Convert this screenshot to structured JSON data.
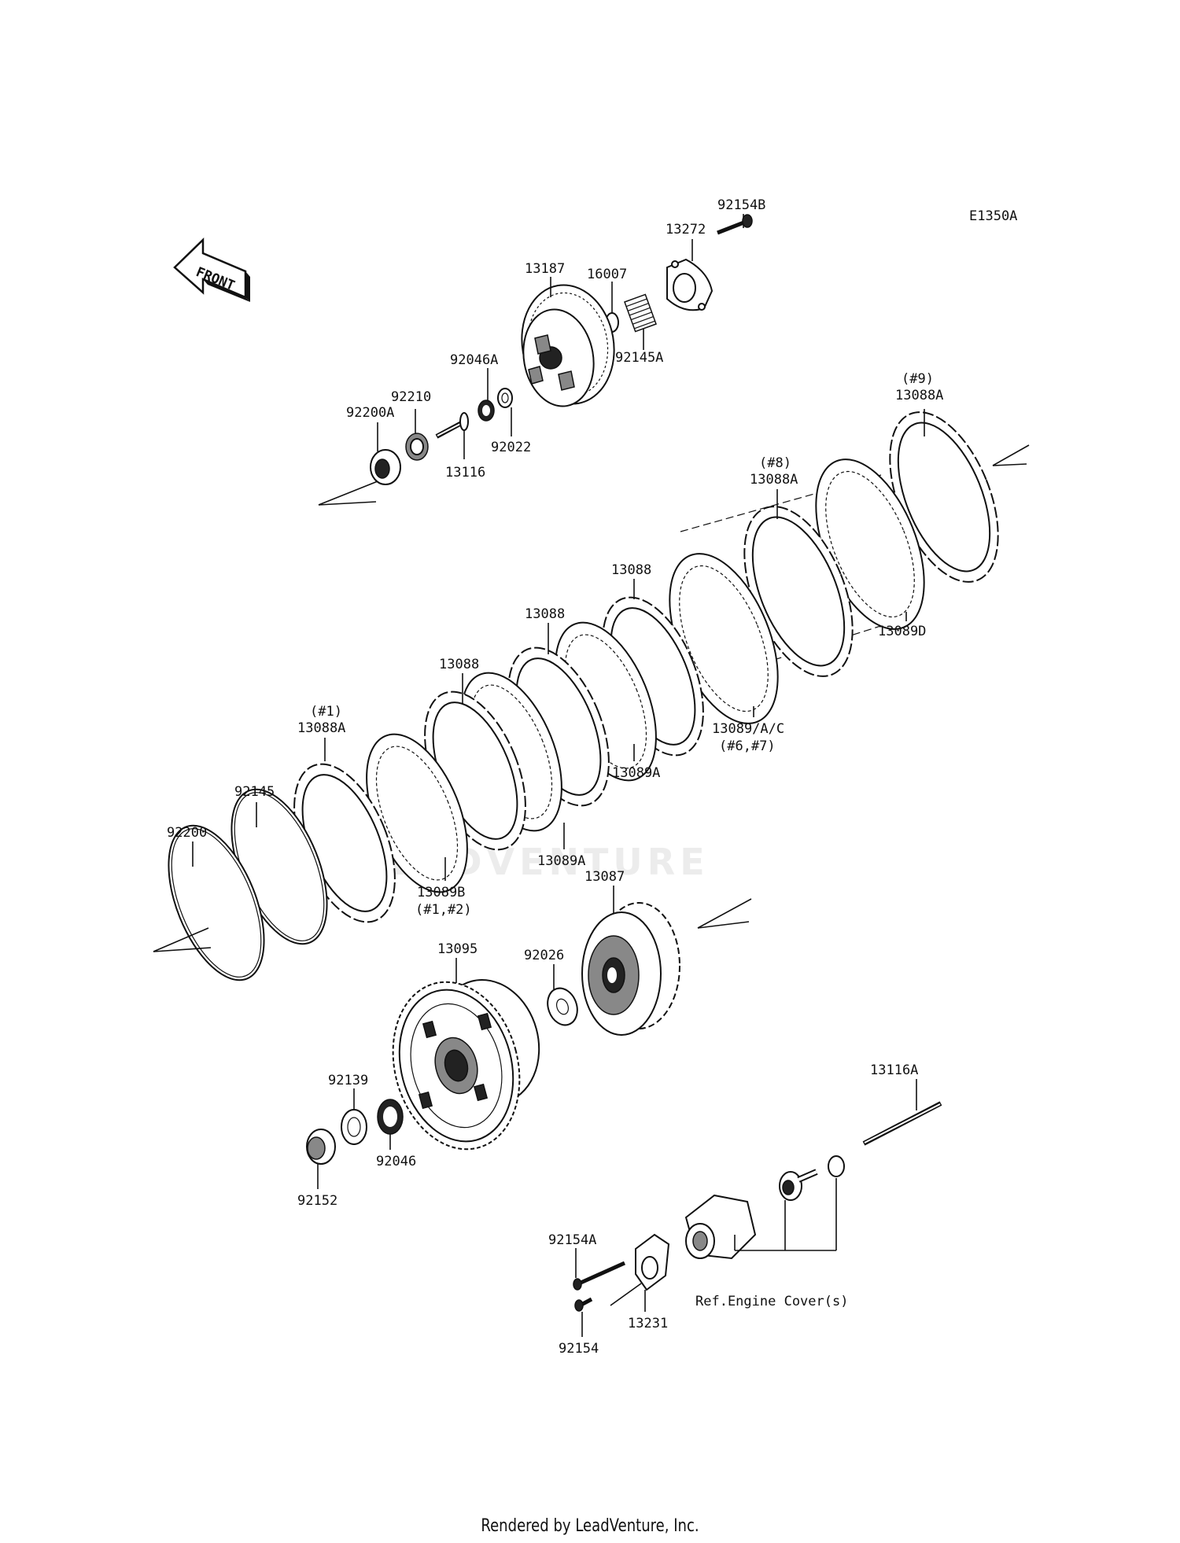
{
  "diagram_id": "E1350A",
  "front_label": "FRONT",
  "watermark": "LEADVENTURE",
  "footer": "Rendered by LeadVenture, Inc.",
  "ref_note": "Ref.Engine Cover(s)",
  "parts": {
    "p92154B": "92154B",
    "p13272": "13272",
    "p13187": "13187",
    "p16007": "16007",
    "p92145A": "92145A",
    "p92046A": "92046A",
    "p92210": "92210",
    "p92200A": "92200A",
    "p92022": "92022",
    "p13116": "13116",
    "p13088A_9": "13088A",
    "p13088A_9_note": "(#9)",
    "p13088A_8": "13088A",
    "p13088A_8_note": "(#8)",
    "p13089D": "13089D",
    "p13088_c": "13088",
    "p13088_b": "13088",
    "p13088_a": "13088",
    "p13089AC": "13089/A/C",
    "p13089AC_note": "(#6,#7)",
    "p13089A_b": "13089A",
    "p13089A_a": "13089A",
    "p13088A_1": "13088A",
    "p13088A_1_note": "(#1)",
    "p92145": "92145",
    "p92200": "92200",
    "p13089B": "13089B",
    "p13089B_note": "(#1,#2)",
    "p13087": "13087",
    "p13095": "13095",
    "p92026": "92026",
    "p92139": "92139",
    "p92046": "92046",
    "p92152": "92152",
    "p13116A": "13116A",
    "p92154A": "92154A",
    "p92154": "92154",
    "p13231": "13231"
  }
}
